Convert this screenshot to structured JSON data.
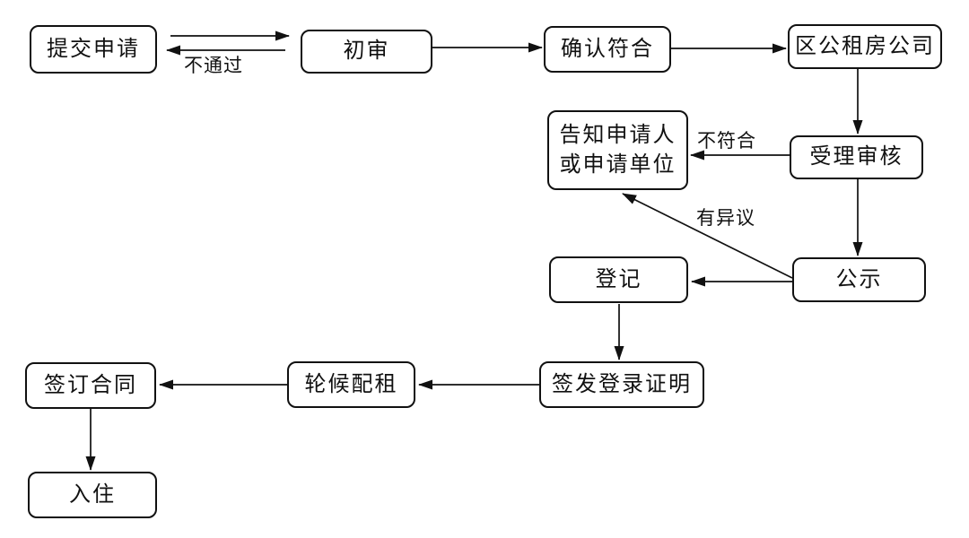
{
  "diagram": {
    "type": "flowchart",
    "nodes": {
      "submit_application": {
        "label": "提交申请"
      },
      "initial_review": {
        "label": "初审"
      },
      "confirm_compliance": {
        "label": "确认符合"
      },
      "district_public_housing_company": {
        "label": "区公租房公司"
      },
      "notify_applicant": {
        "label": "告知申请人\n或申请单位"
      },
      "acceptance_review": {
        "label": "受理审核"
      },
      "registration": {
        "label": "登记"
      },
      "public_announcement": {
        "label": "公示"
      },
      "issue_registration_certificate": {
        "label": "签发登录证明"
      },
      "waitlist_allocation": {
        "label": "轮候配租"
      },
      "sign_contract": {
        "label": "签订合同"
      },
      "move_in": {
        "label": "入住"
      }
    },
    "edges": [
      {
        "from": "submit_application",
        "to": "initial_review",
        "label": ""
      },
      {
        "from": "initial_review",
        "to": "submit_application",
        "label": "不通过"
      },
      {
        "from": "initial_review",
        "to": "confirm_compliance",
        "label": ""
      },
      {
        "from": "confirm_compliance",
        "to": "district_public_housing_company",
        "label": ""
      },
      {
        "from": "district_public_housing_company",
        "to": "acceptance_review",
        "label": ""
      },
      {
        "from": "acceptance_review",
        "to": "notify_applicant",
        "label": "不符合"
      },
      {
        "from": "acceptance_review",
        "to": "public_announcement",
        "label": ""
      },
      {
        "from": "public_announcement",
        "to": "registration",
        "label": ""
      },
      {
        "from": "public_announcement",
        "to": "notify_applicant",
        "label": "有异议"
      },
      {
        "from": "registration",
        "to": "issue_registration_certificate",
        "label": ""
      },
      {
        "from": "issue_registration_certificate",
        "to": "waitlist_allocation",
        "label": ""
      },
      {
        "from": "waitlist_allocation",
        "to": "sign_contract",
        "label": ""
      },
      {
        "from": "sign_contract",
        "to": "move_in",
        "label": ""
      }
    ],
    "colors": {
      "line": "#111111",
      "box_border": "#111111",
      "box_fill": "#ffffff",
      "background": "#ffffff",
      "text": "#111111"
    }
  }
}
